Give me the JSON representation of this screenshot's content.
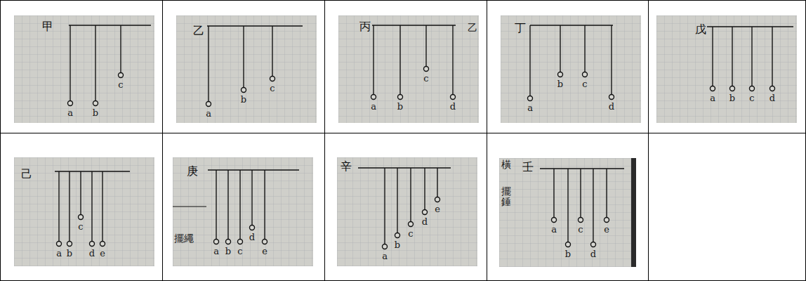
{
  "diagram": {
    "nodes": [
      {
        "text": [
          "甲"
        ]
      },
      {
        "text": [
          "乙"
        ]
      },
      {
        "text": [
          "丙"
        ]
      },
      {
        "text": [
          "丁"
        ]
      },
      {
        "text": [
          "戊"
        ]
      },
      {
        "text": [
          "己"
        ]
      },
      {
        "text": [
          "庚"
        ]
      },
      {
        "text": [
          "辛"
        ]
      },
      {
        "text": [
          "壬"
        ]
      }
    ],
    "labels": [
      "a",
      "b",
      "c",
      "a",
      "b",
      "c",
      "a",
      "b",
      "c",
      "d",
      "乙",
      "a",
      "b",
      "c",
      "d",
      "a",
      "b",
      "c",
      "d",
      "a",
      "b",
      "c",
      "d",
      "e",
      "a",
      "b",
      "c",
      "d",
      "e",
      "擺繩",
      "a",
      "b",
      "c",
      "d",
      "e",
      "a",
      "b",
      "c",
      "d",
      "e",
      "擺錘",
      "橫"
    ]
  }
}
